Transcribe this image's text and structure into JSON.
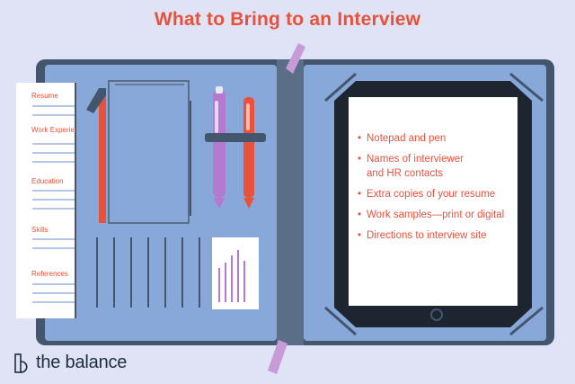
{
  "title": "What to Bring to an Interview",
  "resume_sections": [
    "Resume",
    "Work Experience",
    "Education",
    "Skills",
    "References"
  ],
  "tablet_list": [
    {
      "line1": "Notepad and pen"
    },
    {
      "line1": "Names of interviewer",
      "line2": "and HR contacts"
    },
    {
      "line1": "Extra copies of your resume"
    },
    {
      "line1": "Work samples—print or digital"
    },
    {
      "line1": "Directions to interview site"
    }
  ],
  "brand": {
    "name": "the balance",
    "logo_icon": "balance-logo-icon"
  },
  "colors": {
    "background": "#dfe3f5",
    "accent": "#e8513a",
    "folder_outer": "#44566d",
    "folder_inner": "#87a8d8",
    "pen_purple": "#b47ad2",
    "tablet": "#1c2530"
  }
}
